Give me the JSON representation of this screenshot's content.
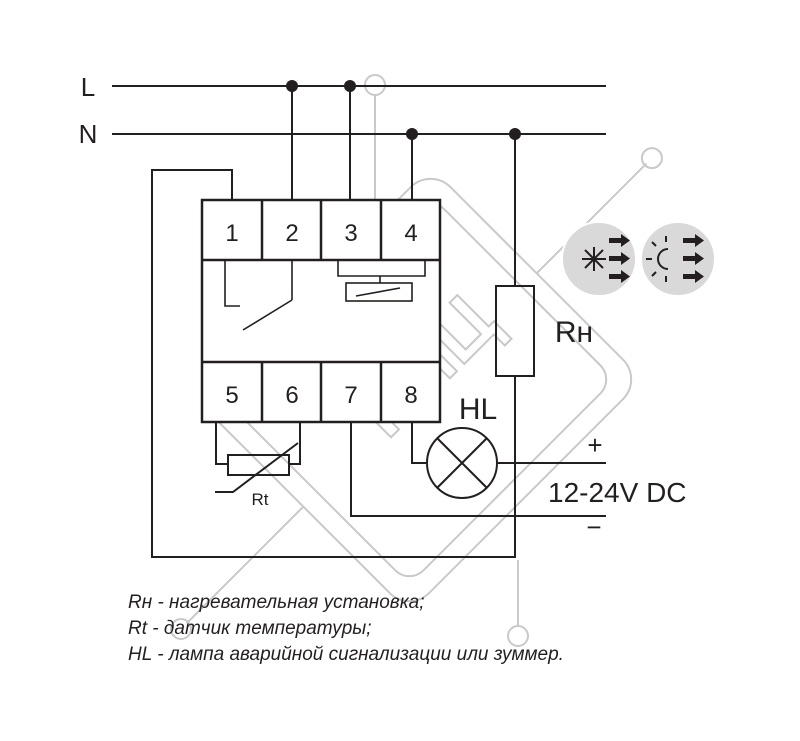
{
  "lines": {
    "phase": "L",
    "neutral": "N"
  },
  "terminals": [
    "1",
    "2",
    "3",
    "4",
    "5",
    "6",
    "7",
    "8"
  ],
  "labels": {
    "heater": "Rн",
    "sensor": "Rt",
    "lamp": "HL",
    "plus": "+",
    "minus": "−",
    "supply": "12-24V DC"
  },
  "watermark": "КИЦ",
  "legend": [
    "Rн - нагревательная установка;",
    "Rt - датчик температуры;",
    "HL - лампа аварийной сигнализации или зуммер."
  ],
  "icons": [
    "snowflake-icon",
    "sun-icon"
  ],
  "colors": {
    "ink": "#231f20",
    "icon_bg": "#d9d9d9",
    "watermark": "#c9c9c9"
  }
}
